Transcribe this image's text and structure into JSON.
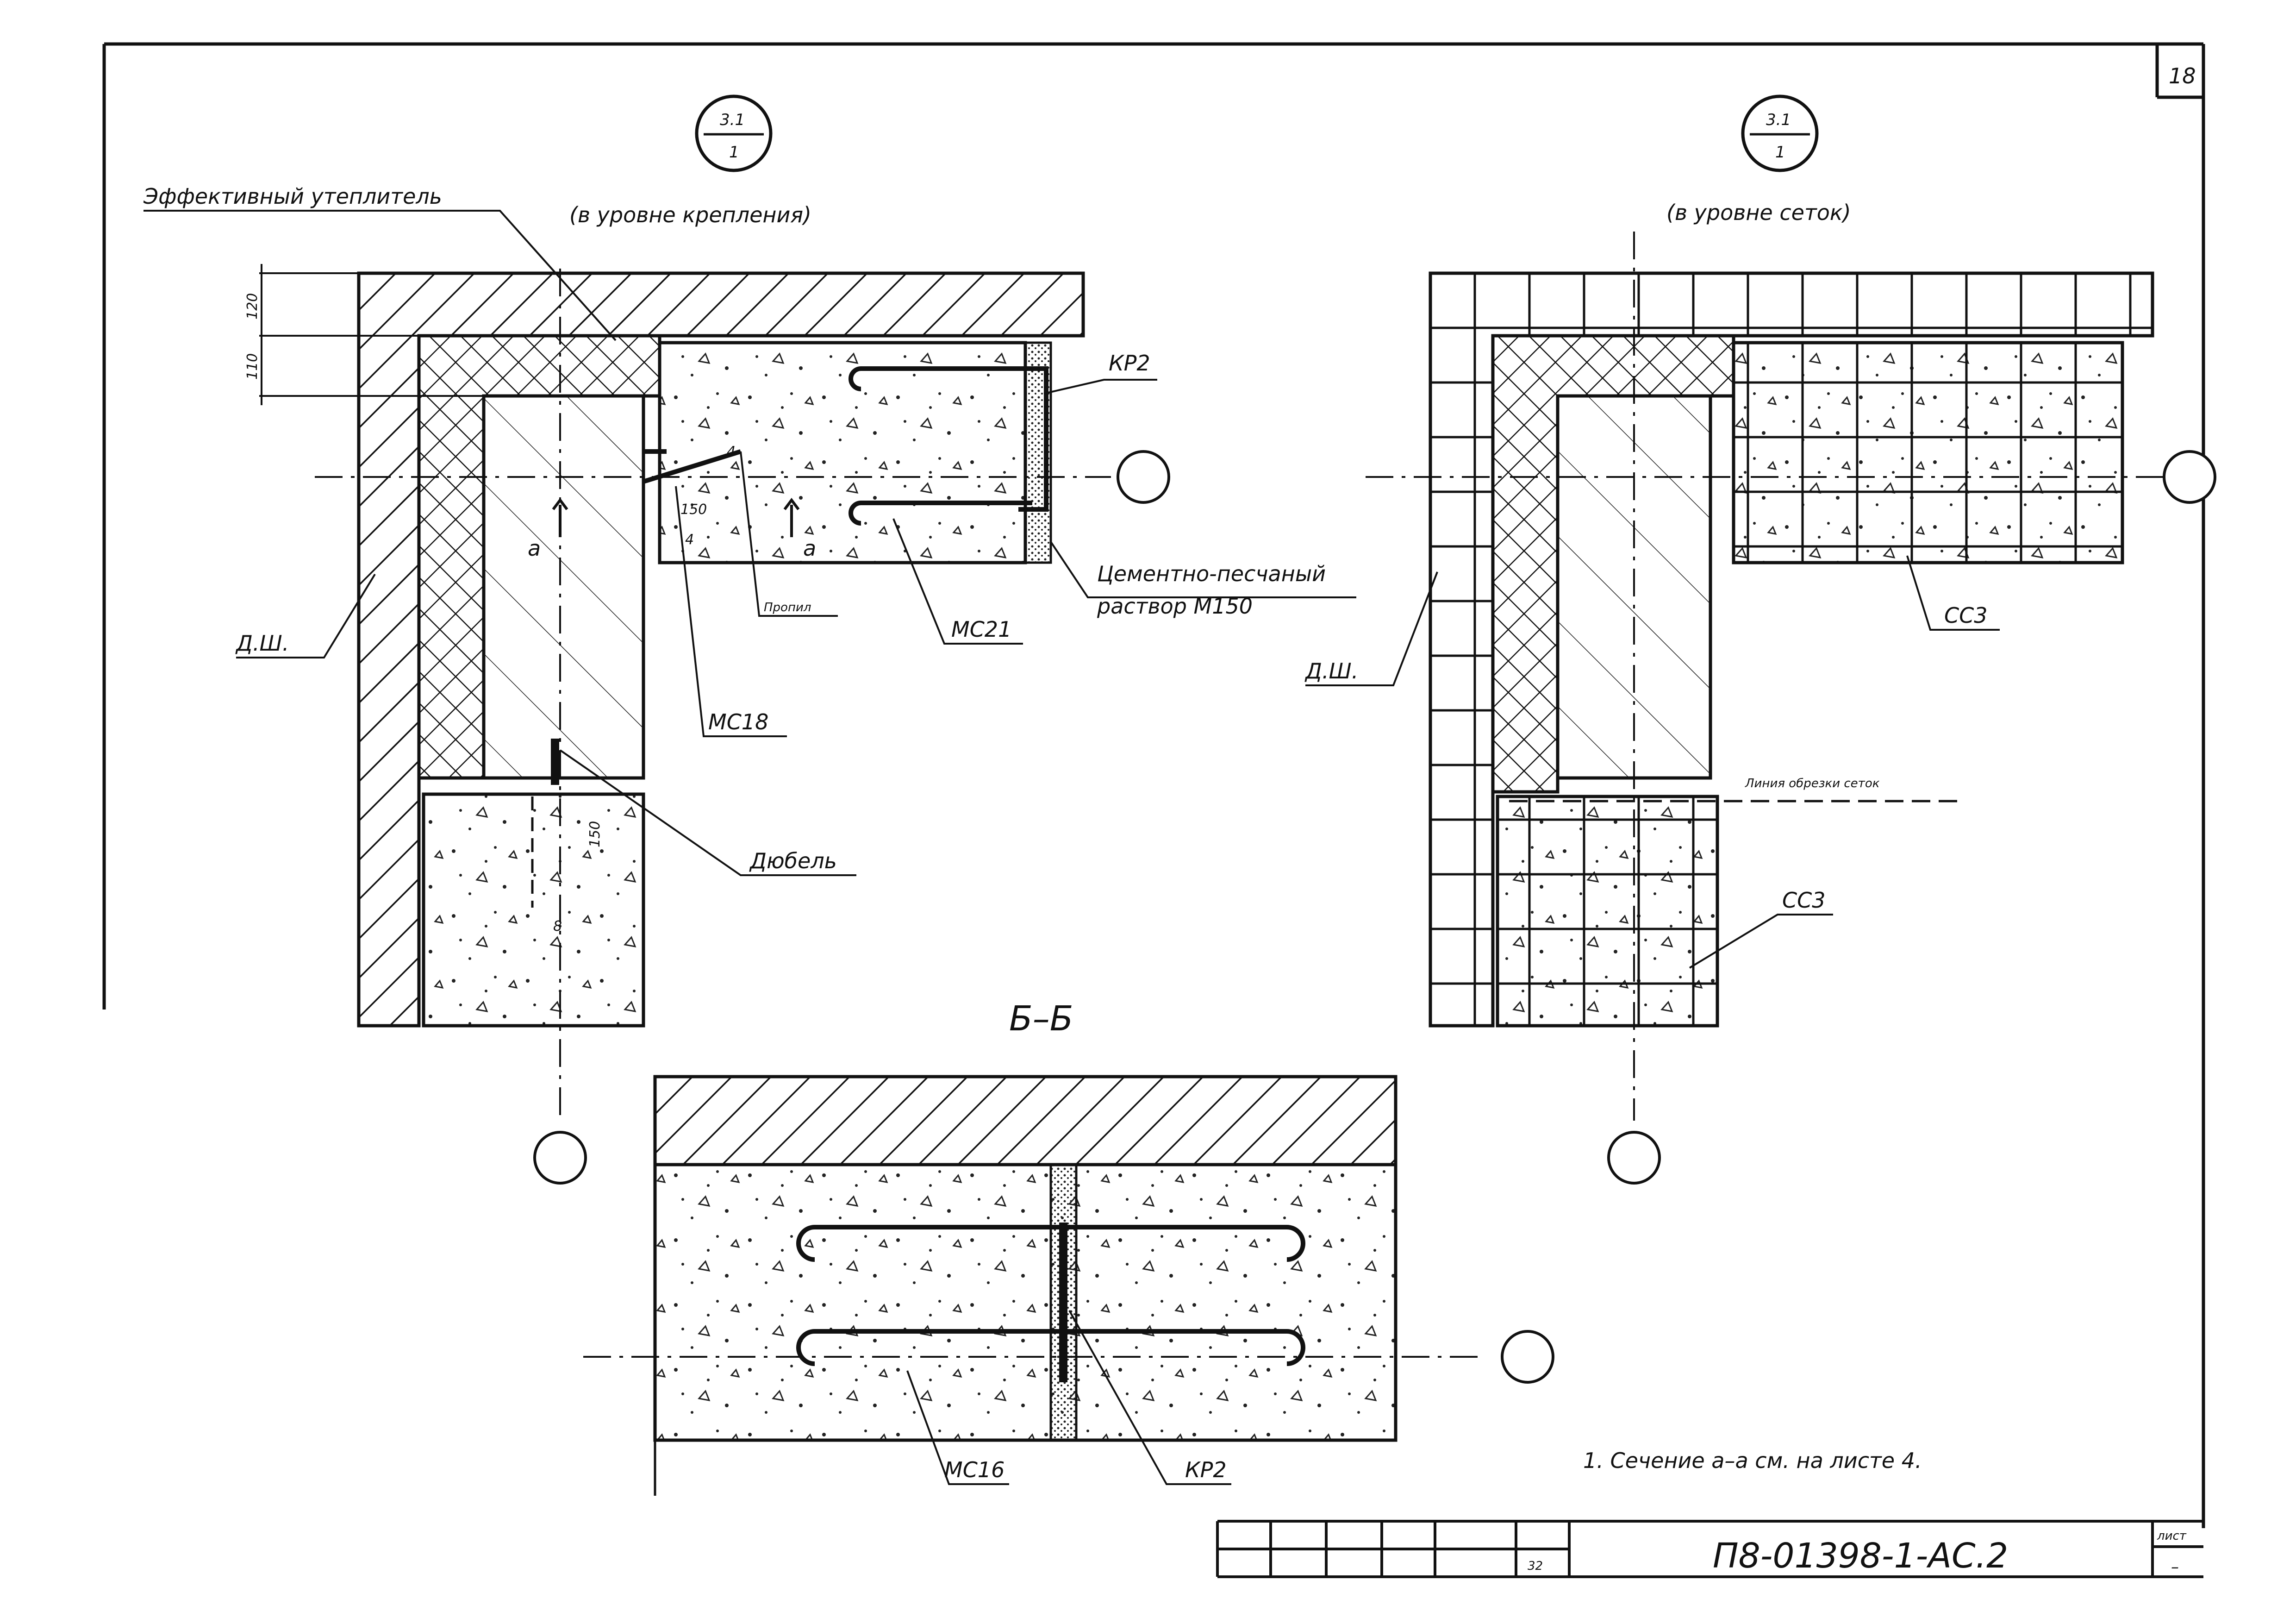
{
  "sheet": {
    "number": "18",
    "code": "П8-01398-1-АС.2",
    "stamp_label": "лист",
    "stamp_value": "–",
    "stamp_cell": "32"
  },
  "callouts": {
    "left": {
      "top": "3.1",
      "bottom": "1"
    },
    "right": {
      "top": "3.1",
      "bottom": "1"
    }
  },
  "captions": {
    "left": "(в уровне крепления)",
    "right": "(в уровне сеток)",
    "section": "Б–Б"
  },
  "labels": {
    "insulation": "Эффективный утеплитель",
    "kr2_top": "КР2",
    "mortar_1": "Цементно-песчаный",
    "mortar_2": "раствор М150",
    "ms21": "МС21",
    "propil": "Пропил",
    "ms18": "МС18",
    "dsh_left": "Д.Ш.",
    "dowel": "Дюбель",
    "dsh_right": "Д.Ш.",
    "ss3_top": "СС3",
    "cut_line": "Линия обрезки сеток",
    "ss3_bottom": "СС3",
    "ms16": "МС16",
    "kr2_bottom": "КР2",
    "a_left": "а",
    "a_right": "а"
  },
  "dimensions": {
    "d120": "120",
    "d110": "110",
    "d150_h": "150",
    "d150_v": "150",
    "d8": "8",
    "d4a": "4",
    "d4b": "4"
  },
  "note": "1. Сечение а–а см. на листе   4."
}
